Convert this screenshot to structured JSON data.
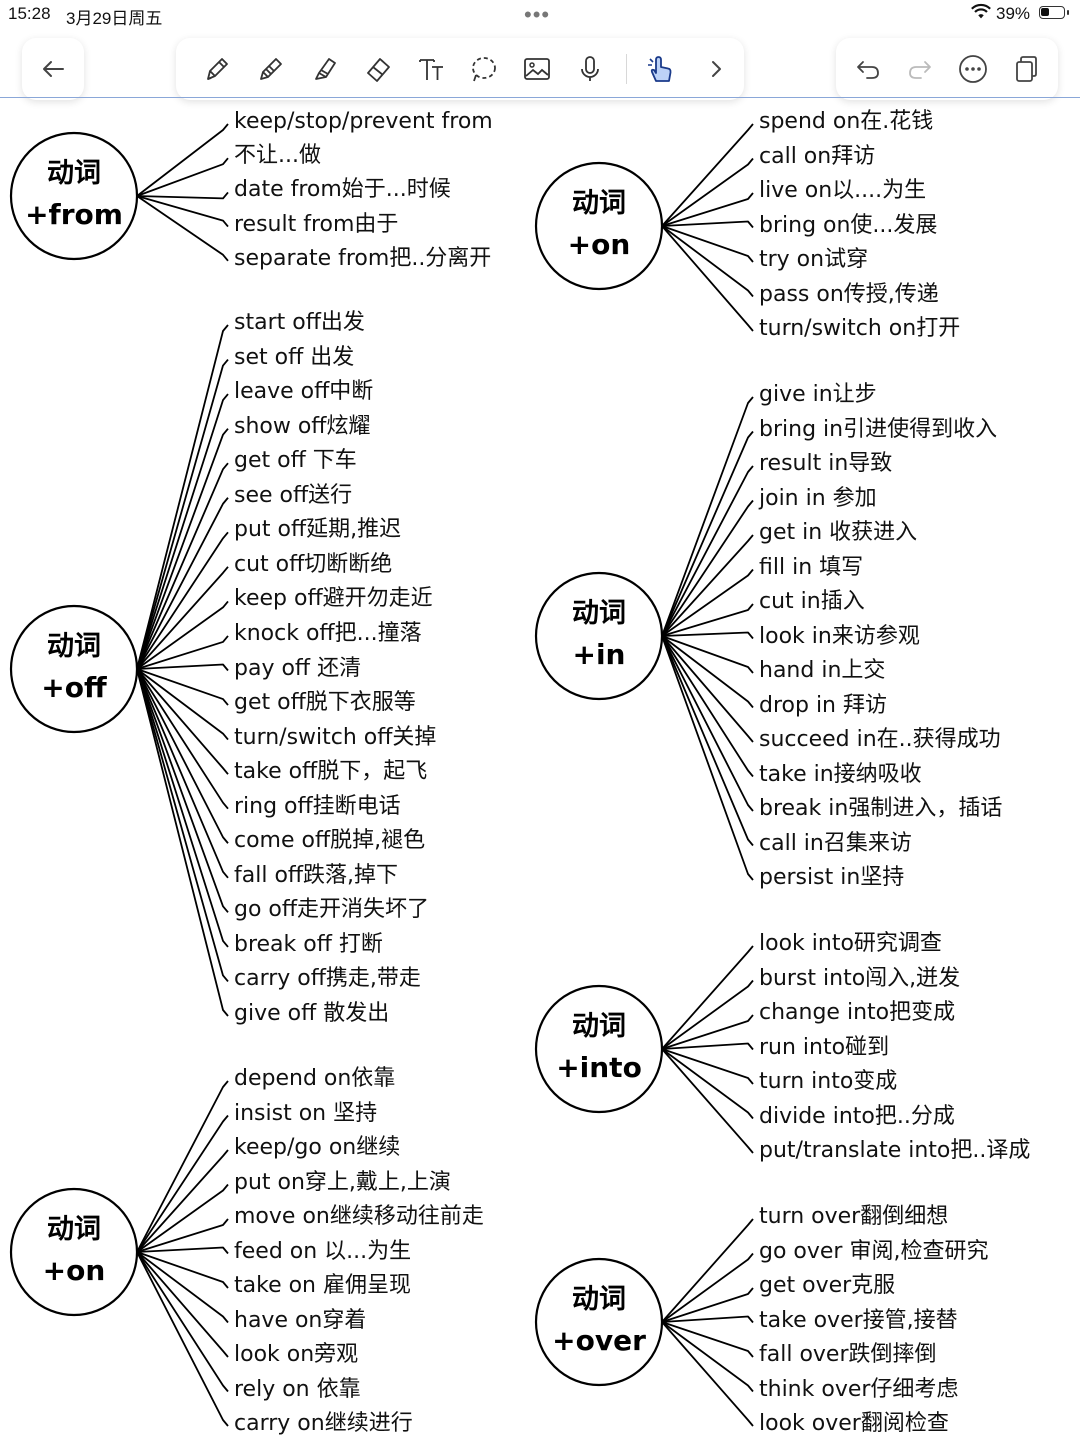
{
  "status_bar": {
    "time": "15:28",
    "date": "3月29日周五",
    "battery": "39%",
    "battery_level": 0.39
  },
  "toolbar": {
    "back_icon": "arrow-left-icon",
    "tools": [
      "pen-icon",
      "pencil-icon",
      "highlighter-icon",
      "eraser-icon",
      "text-icon",
      "lasso-icon",
      "image-icon",
      "microphone-icon",
      "hand-touch-icon",
      "chevron-right-icon"
    ],
    "right": [
      "undo-icon",
      "redo-icon",
      "more-icon",
      "pages-icon"
    ]
  },
  "groups": [
    {
      "key": "from",
      "line1": "动词",
      "line2": "+from",
      "items": [
        "keep/stop/prevent from",
        "不让...做",
        "date from始于...时候",
        "result from由于",
        "separate from把..分离开"
      ]
    },
    {
      "key": "off",
      "line1": "动词",
      "line2": "+off",
      "items": [
        "start off出发",
        "set off 出发",
        "leave off中断",
        "show off炫耀",
        "get off 下车",
        "see off送行",
        "put off延期,推迟",
        "cut off切断断绝",
        "keep off避开勿走近",
        "knock off把...撞落",
        "pay off 还清",
        "get off脱下衣服等",
        "turn/switch off关掉",
        "take off脱下，起飞",
        "ring off挂断电话",
        "come off脱掉,褪色",
        "fall off跌落,掉下",
        "go off走开消失坏了",
        "break off 打断",
        "carry off携走,带走",
        "give off 散发出"
      ]
    },
    {
      "key": "on-left",
      "line1": "动词",
      "line2": "+on",
      "items": [
        "depend on依靠",
        "insist on 坚持",
        "keep/go on继续",
        "put on穿上,戴上,上演",
        "move on继续移动往前走",
        "feed on 以...为生",
        "take on 雇佣呈现",
        "have on穿着",
        "look on旁观",
        "rely on 依靠",
        "carry on继续进行"
      ]
    },
    {
      "key": "on-right",
      "line1": "动词",
      "line2": "+on",
      "items": [
        "spend on在.花钱",
        "call on拜访",
        "live on以....为生",
        "bring on使...发展",
        "try on试穿",
        "pass on传授,传递",
        "turn/switch on打开"
      ]
    },
    {
      "key": "in",
      "line1": "动词",
      "line2": "+in",
      "items": [
        "give in让步",
        "bring in引进使得到收入",
        "result in导致",
        "join in 参加",
        "get in 收获进入",
        "fill in 填写",
        "cut in插入",
        "look in来访参观",
        "hand in上交",
        "drop in 拜访",
        "succeed in在..获得成功",
        "take in接纳吸收",
        "break in强制进入，插话",
        "call in召集来访",
        "persist in坚持"
      ]
    },
    {
      "key": "into",
      "line1": "动词",
      "line2": "+into",
      "items": [
        "look into研究调查",
        "burst into闯入,迸发",
        "change into把变成",
        "run into碰到",
        "turn into变成",
        "divide into把..分成",
        "put/translate into把..译成"
      ]
    },
    {
      "key": "over",
      "line1": "动词",
      "line2": "+over",
      "items": [
        "turn over翻倒细想",
        "go over 审阅,检查研究",
        "get over克服",
        "take over接管,接替",
        "fall over跌倒摔倒",
        "think over仔细考虑",
        "look over翻阅检查"
      ]
    }
  ]
}
